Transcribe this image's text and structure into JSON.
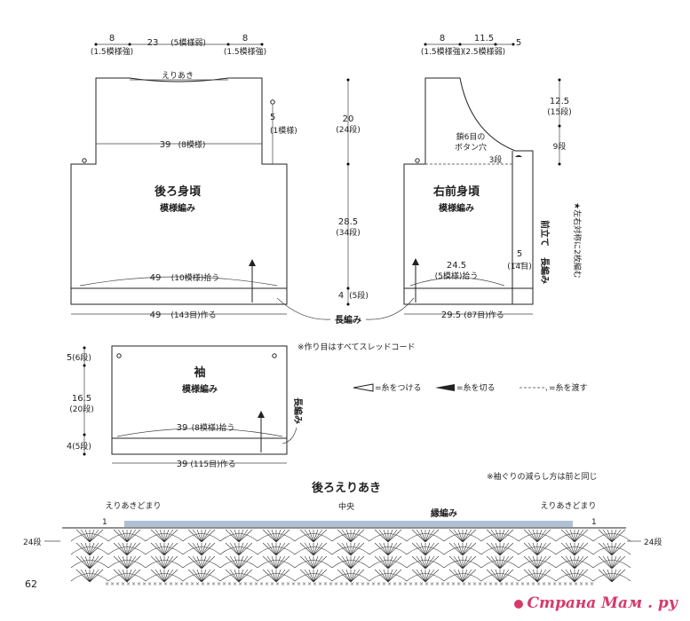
{
  "page_number": "62",
  "watermark": "Страна Мам . ру",
  "back": {
    "top_left": "8",
    "top_left_sub": "(1.5模様強)",
    "top_mid": "23",
    "top_mid_sub": "(5模様弱)",
    "top_right": "8",
    "top_right_sub": "(1.5模様強)",
    "neck_label": "えりあき",
    "shoulder_side": "5",
    "shoulder_side_sub": "(1模様)",
    "armhole_width": "39",
    "armhole_width_sub": "(8模様)",
    "title": "後ろ身頃",
    "subtitle": "模様編み",
    "pickup": "49",
    "pickup_sub": "(10模様)拾う",
    "bottom": "49",
    "bottom_sub": "(143目)作る"
  },
  "center": {
    "h1": "20",
    "h1_sub": "(24段)",
    "h2": "28.5",
    "h2_sub": "(34段)",
    "h3": "4",
    "h3_sub": "(5段)",
    "edge_label": "長編み"
  },
  "front": {
    "top_left": "8",
    "top_left_sub": "(1.5模様強)",
    "top_mid": "11.5",
    "top_mid_sub": "(2.5模様弱)",
    "top_right": "5",
    "right_h1": "12.5",
    "right_h1_sub": "(15段)",
    "right_h2": "9段",
    "button_note": "鎖6目の",
    "button_note2": "ボタン穴",
    "rows3": "3段",
    "title": "右前身頃",
    "subtitle": "模様編み",
    "band_title": "前立て",
    "band_sub": "長編み",
    "pickup": "24.5",
    "pickup_sub": "(5模様)拾う",
    "band_w": "5",
    "band_w_sub": "(14目)",
    "bottom": "29.5",
    "bottom_sub": "(87目)作る",
    "note": "★左右対称に2枚編む"
  },
  "sleeve": {
    "h1": "5",
    "h1_sub": "(6段)",
    "h2": "16.5",
    "h2_sub": "(20段)",
    "h3": "4",
    "h3_sub": "(5段)",
    "title": "袖",
    "subtitle": "模様編み",
    "pickup": "39",
    "pickup_sub": "(8模様)拾う",
    "bottom": "39",
    "bottom_sub": "(115目)作る",
    "edge_label": "長編み"
  },
  "notes": {
    "cord": "※作り目はすべてスレッドコード",
    "attach": "=糸をつける",
    "cut": "=糸を切る",
    "carry": "=糸を渡す",
    "sleeve_note": "※袖ぐりの減らし方は前と同じ"
  },
  "chart": {
    "title": "後ろえりあき",
    "left_stop": "えりあきどまり",
    "right_stop": "えりあきどまり",
    "center": "中央",
    "edge": "縁編み",
    "row_left": "24段",
    "row_right": "24段",
    "one_left": "1",
    "one_right": "1",
    "band_color": "#aebfd6"
  }
}
